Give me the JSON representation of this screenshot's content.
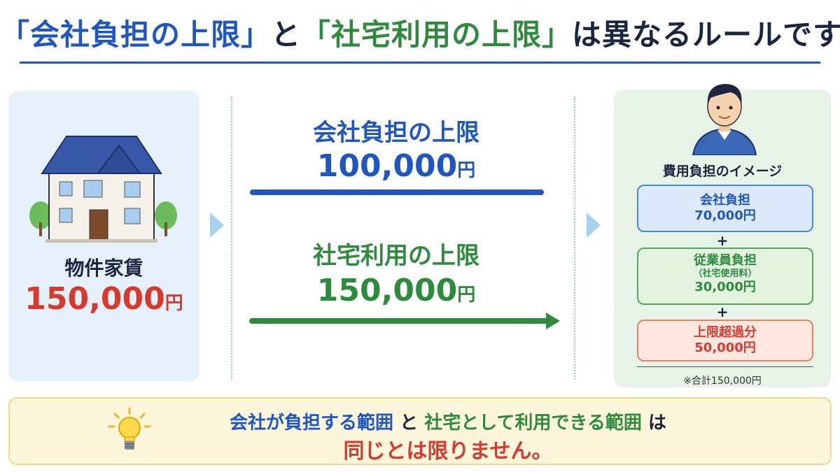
{
  "title": {
    "part1": "「会社負担の上限」",
    "part2": "と",
    "part3": "「社宅利用の上限」",
    "part4": "は異なるルールです"
  },
  "left": {
    "label": "物件家賃",
    "value": "150,000",
    "unit": "円"
  },
  "middle": {
    "company_limit_label": "会社負担の上限",
    "company_limit_value": "100,000",
    "house_limit_label": "社宅利用の上限",
    "house_limit_value": "150,000",
    "unit": "円"
  },
  "right": {
    "heading": "費用負担のイメージ",
    "company_box": {
      "label": "会社負担",
      "value": "70,000円"
    },
    "employee_box": {
      "label": "従業員負担",
      "sub": "（社宅使用料）",
      "value": "30,000円"
    },
    "excess_box": {
      "label": "上限超過分",
      "value": "50,000円"
    },
    "plus": "+",
    "total_note": "※合計150,000円"
  },
  "callout": {
    "line1_a": "会社が負担する範囲",
    "line1_b": "と",
    "line1_c": "社宅として利用できる範囲",
    "line1_d": "は",
    "line2": "同じとは限りません。"
  },
  "colors": {
    "blue": "#1f56c2",
    "green": "#2e8b3e",
    "red": "#d63a2f",
    "left_panel_bg": "#e6f0fb",
    "right_panel_bg": "#e7f3e6",
    "callout_bg": "#fdf6da"
  },
  "icons": [
    "house-illustration",
    "chevron-right-icon",
    "person-illustration",
    "lightbulb-icon"
  ]
}
